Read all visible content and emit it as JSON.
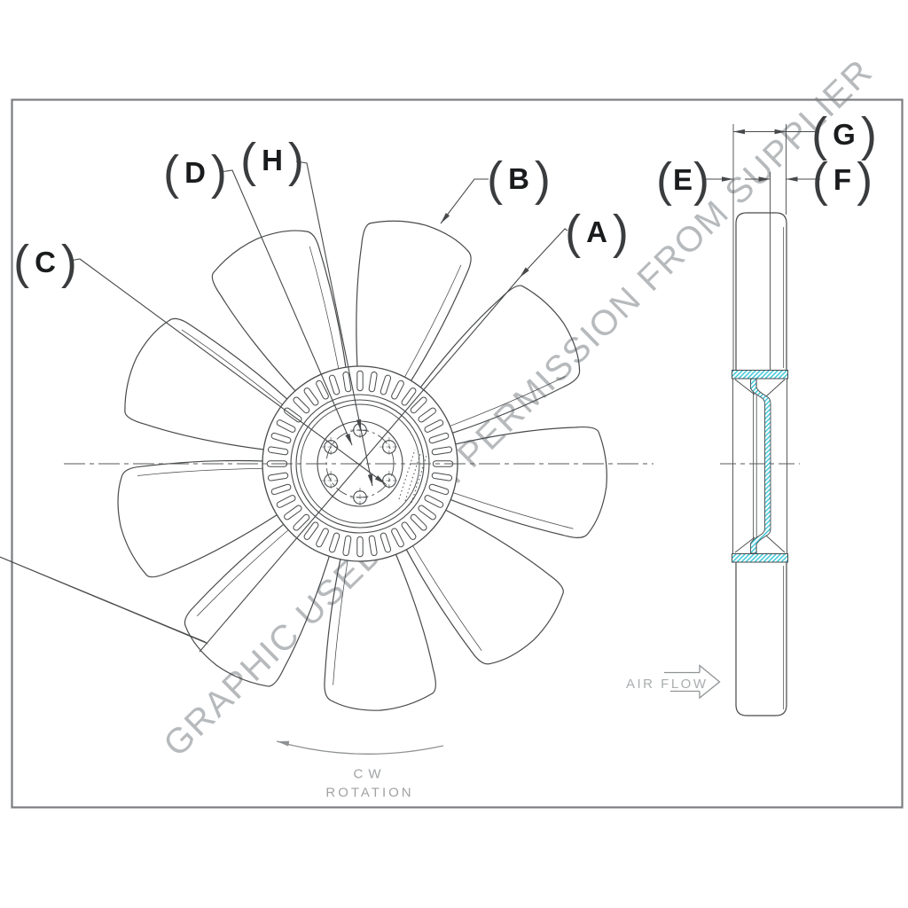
{
  "callouts": {
    "a": "A",
    "b": "B",
    "c": "C",
    "d": "D",
    "e": "E",
    "f": "F",
    "g": "G",
    "h": "H",
    "paren_open": "(",
    "paren_close": ")"
  },
  "rotation_note": {
    "line1": "CW",
    "line2": "ROTATION"
  },
  "air_flow_label": "AIR FLOW",
  "watermark": "GRAPHIC USED WITH PERMISSION FROM SUPPLIER",
  "figure": {
    "type": "technical-drawing",
    "subject": "engine cooling fan, front view and side section view",
    "blade_count": 9,
    "hub_slot_count": 40,
    "bolt_hole_count": 6,
    "rotation_direction": "CW"
  },
  "colors": {
    "line": "#47494b",
    "frame": "#7b7d80",
    "muted": "#8f9294",
    "watermark": "#b7babc",
    "hatch_cyan": "#3ec6d8"
  }
}
